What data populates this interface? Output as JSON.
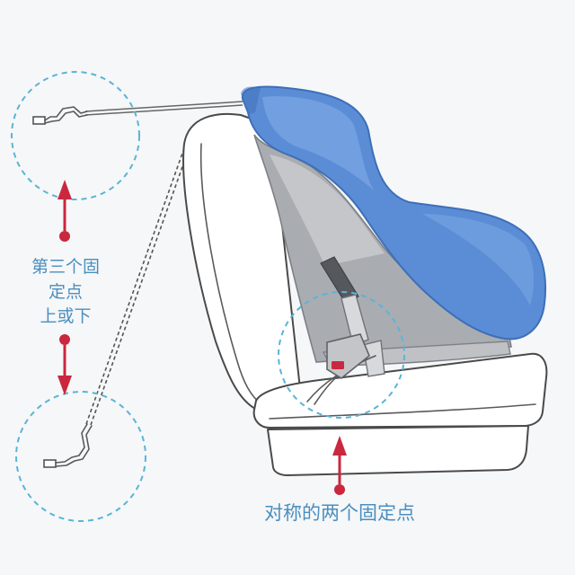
{
  "labels": {
    "third_anchor": [
      "第三个固",
      "定点",
      "上或下"
    ],
    "symmetric_anchors": "对称的两个固定点"
  },
  "colors": {
    "arrow": "#c9283e",
    "label_text": "#4a8fc0",
    "callout_circle": "#5ab4d6",
    "seat_shell": "#5b8dd6",
    "seat_body": "#a9acb1",
    "buckle_button": "#c9283e"
  }
}
